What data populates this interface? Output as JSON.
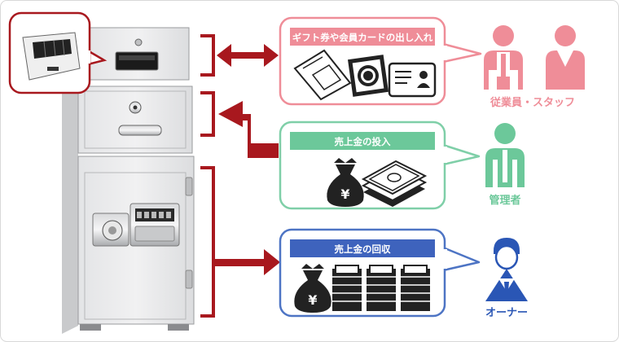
{
  "bubbles": {
    "gift": {
      "title": "ギフト券や会員カードの出し入れ",
      "border_color": "#ef8d98",
      "title_bg": "#ef8d98"
    },
    "deposit": {
      "title": "売上金の投入",
      "border_color": "#7fcfa8",
      "title_bg": "#6cc89a"
    },
    "collect": {
      "title": "売上金の回収",
      "border_color": "#4d74c4",
      "title_bg": "#3e63bd"
    }
  },
  "roles": {
    "staff": {
      "label": "従業員・スタッフ",
      "color": "#ef8d98"
    },
    "manager": {
      "label": "管理者",
      "color": "#6cc89a"
    },
    "owner": {
      "label": "オーナー",
      "color": "#2a56b5"
    }
  },
  "money_symbol": "¥",
  "arrow_color": "#a8181e",
  "bracket_color": "#a8181e"
}
